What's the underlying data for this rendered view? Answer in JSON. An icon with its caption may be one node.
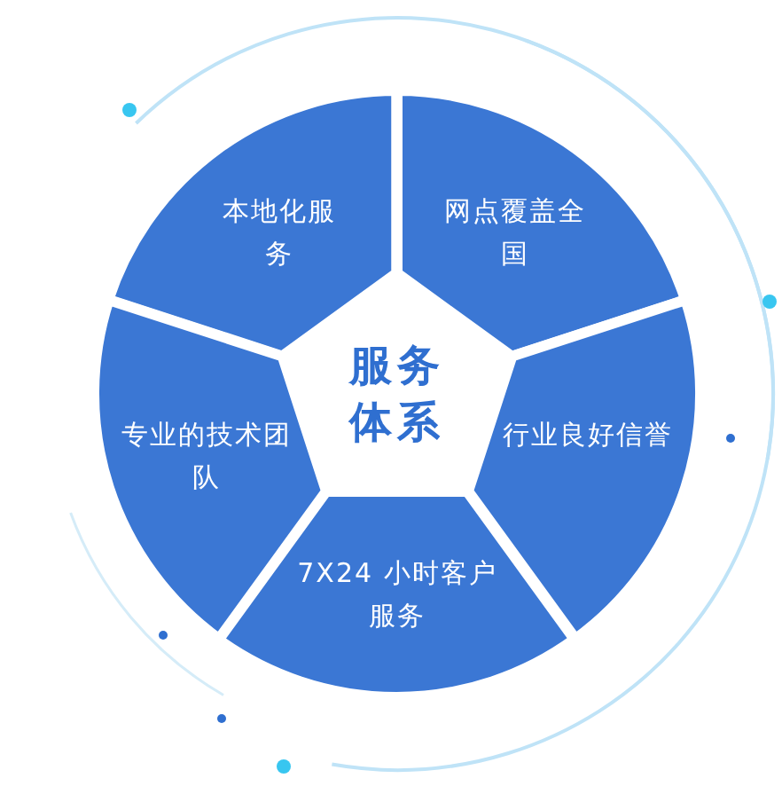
{
  "diagram": {
    "nodes": [
      {
        "text": [
          "服务体系"
        ]
      },
      {
        "text": [
          "本地化服务"
        ]
      },
      {
        "text": [
          "网点覆盖全国"
        ]
      },
      {
        "text": [
          "行业良好信誉"
        ]
      },
      {
        "text": [
          "7X24 小时客户服务"
        ]
      },
      {
        "text": [
          "专业的技术团队"
        ]
      }
    ]
  }
}
